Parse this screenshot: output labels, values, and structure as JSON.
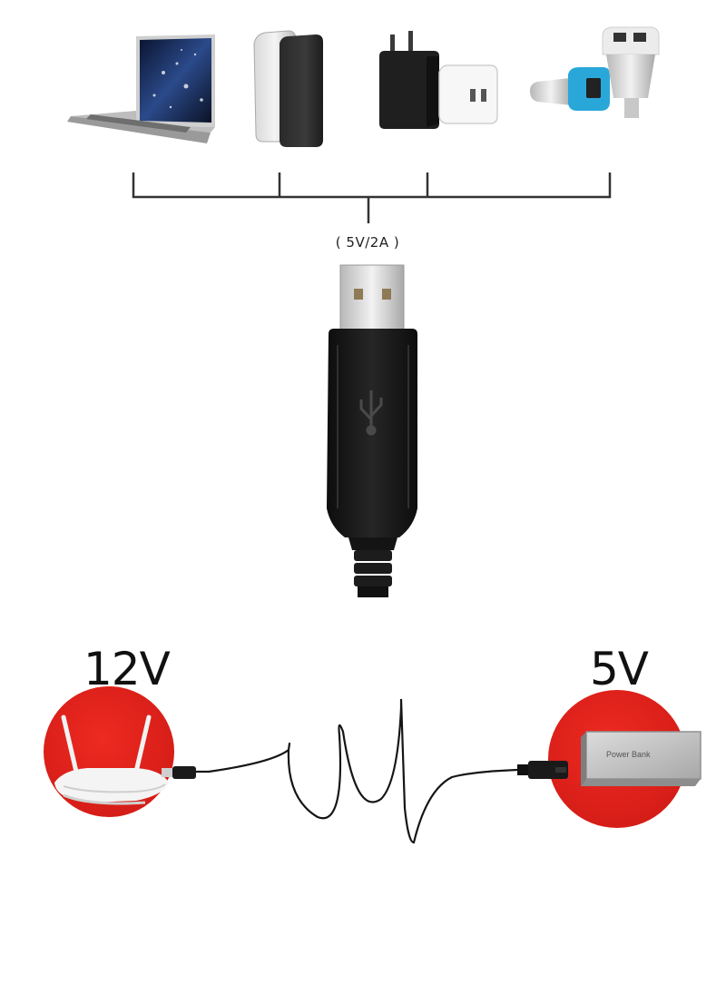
{
  "spec": {
    "label": "( 5V/2A )"
  },
  "input_voltage": {
    "label": "12V"
  },
  "output_voltage": {
    "label": "5V"
  },
  "power_bank": {
    "label": "Power Bank"
  },
  "sources": [
    "laptop",
    "power-bank",
    "wall-charger",
    "car-charger"
  ],
  "colors": {
    "accent_red": "#e0231c",
    "cable_black": "#1a1a1a",
    "car_charger_blue": "#2aa7d9"
  }
}
